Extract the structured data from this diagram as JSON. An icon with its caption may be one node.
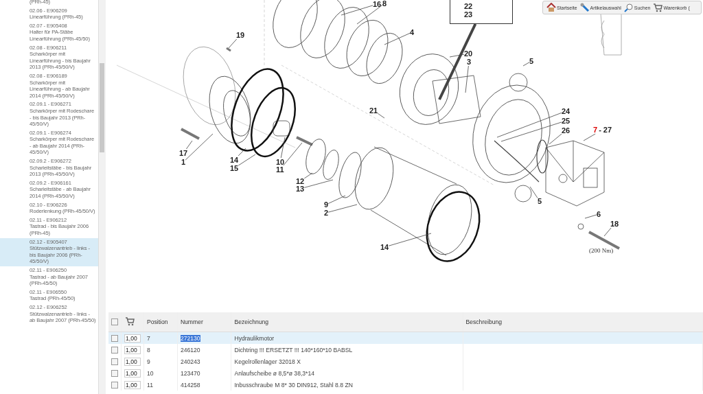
{
  "diagram": {
    "nodes": [
      {
        "text": [
          "22",
          "23"
        ]
      },
      {
        "text": [
          "16"
        ]
      },
      {
        "text": [
          "8"
        ]
      },
      {
        "text": [
          "19"
        ]
      },
      {
        "text": [
          "4"
        ]
      },
      {
        "text": [
          "20"
        ]
      },
      {
        "text": [
          "3"
        ]
      },
      {
        "text": [
          "5"
        ]
      },
      {
        "text": [
          "21"
        ]
      },
      {
        "text": [
          "24"
        ]
      },
      {
        "text": [
          "25"
        ]
      },
      {
        "text": [
          "26"
        ]
      },
      {
        "text": [
          "7",
          "- 27"
        ]
      },
      {
        "text": [
          "17"
        ]
      },
      {
        "text": [
          "1"
        ]
      },
      {
        "text": [
          "14"
        ]
      },
      {
        "text": [
          "15"
        ]
      },
      {
        "text": [
          "10"
        ]
      },
      {
        "text": [
          "11"
        ]
      },
      {
        "text": [
          "12"
        ]
      },
      {
        "text": [
          "13"
        ]
      },
      {
        "text": [
          "5"
        ]
      },
      {
        "text": [
          "9"
        ]
      },
      {
        "text": [
          "2"
        ]
      },
      {
        "text": [
          "6"
        ]
      },
      {
        "text": [
          "18"
        ]
      },
      {
        "text": [
          "14"
        ]
      }
    ],
    "edges": [
      {
        "from": 0,
        "to": null,
        "arrow": "none",
        "style": "thick"
      },
      {
        "from": 1,
        "to": null,
        "arrow": "none"
      },
      {
        "from": 2,
        "to": null,
        "arrow": "none"
      },
      {
        "from": 3,
        "to": null,
        "arrow": "none"
      },
      {
        "from": 4,
        "to": null,
        "arrow": "none"
      },
      {
        "from": 5,
        "to": null,
        "arrow": "none"
      },
      {
        "from": 6,
        "to": null,
        "arrow": "none"
      },
      {
        "from": 7,
        "to": null,
        "arrow": "none"
      },
      {
        "from": 8,
        "to": null,
        "arrow": "none"
      },
      {
        "from": 9,
        "to": null,
        "arrow": "none"
      },
      {
        "from": 10,
        "to": null,
        "arrow": "none"
      },
      {
        "from": 11,
        "to": null,
        "arrow": "none"
      },
      {
        "from": 12,
        "to": null,
        "arrow": "none"
      },
      {
        "from": 13,
        "to": null,
        "arrow": "none"
      },
      {
        "from": 14,
        "to": null,
        "arrow": "none"
      },
      {
        "from": 15,
        "to": null,
        "arrow": "none"
      },
      {
        "from": 16,
        "to": null,
        "arrow": "none"
      },
      {
        "from": 17,
        "to": null,
        "arrow": "none"
      },
      {
        "from": 18,
        "to": null,
        "arrow": "none"
      },
      {
        "from": 19,
        "to": null,
        "arrow": "none"
      },
      {
        "from": 20,
        "to": null,
        "arrow": "none"
      },
      {
        "from": 21,
        "to": null,
        "arrow": "none"
      },
      {
        "from": 22,
        "to": null,
        "arrow": "none"
      },
      {
        "from": 23,
        "to": null,
        "arrow": "none"
      },
      {
        "from": 24,
        "to": null,
        "arrow": "none"
      },
      {
        "from": 25,
        "to": null,
        "arrow": "none"
      },
      {
        "from": 26,
        "to": null,
        "arrow": "none"
      }
    ],
    "labels": [
      "(PRh-45)",
      "02.06 - E906209",
      "Linearführung (PRh-45)",
      "02.07 - E905408",
      "Halter für PA-Stäbe Linearführung (PRh-45/50)",
      "02.08 - E906211",
      "Scharkörper mit Linearführung - bis Baujahr 2013 (PRh-45/50/V)",
      "02.08 - E906189",
      "Scharkörper mit Linearführung - ab Baujahr 2014 (PRh-45/50/V)",
      "02.09.1 - E906271",
      "Scharkörper mit Rodeschare - bis Baujahr 2013 (PRh-45/50/V)",
      "02.09.1 - E906274",
      "Scharkörper mit Rodeschare - ab Baujahr 2014 (PRh-45/50/V)",
      "02.09.2 - E906272",
      "Scharleitstäbe - bis Baujahr 2013 (PRh-45/50/V)",
      "02.09.2 - E906161",
      "Scharleitstäbe - ab Baujahr 2014 (PRh-45/50/V)",
      "02.10 - E906226",
      "Roderlenkung (PRh-45/50/V)",
      "02.11 - E906212",
      "Tastrad - bis Baujahr 2006 (PRh-45)",
      "02.12 - E905407",
      "Stützwalzenantrieb - links - bis Baujahr 2006 (PRh-45/50/V)",
      "02.11 - E906250",
      "Tastrad - ab Baujahr 2007 (PRh-45/50)",
      "02.11 - E906550",
      "Tastrad (PRh-45/50)",
      "02.12 - E906252",
      "Stützwalzenantrieb - links - ab Baujahr 2007 (PRh-45/50)",
      "(200 Nm)",
      "Startseite",
      "Artikelauswahl",
      "Suchen",
      "Warenkorb (",
      "Position",
      "Nummer",
      "Bezeichnung",
      "Beschreibung",
      "1,00",
      "7",
      "272130",
      "Hydraulikmotor",
      "1,00",
      "8",
      "246120",
      "Dichtring !!! ERSETZT !!! 140*160*10 BABSL",
      "1,00",
      "9",
      "240243",
      "Kegelrollenlager 32018 X",
      "1,00",
      "10",
      "123470",
      "Anlaufscheibe ø 8,5*ø 38,3*14",
      "1,00",
      "11",
      "414258",
      "Inbusschraube M 8* 30 DIN912, Stahl 8.8 ZN"
    ]
  }
}
